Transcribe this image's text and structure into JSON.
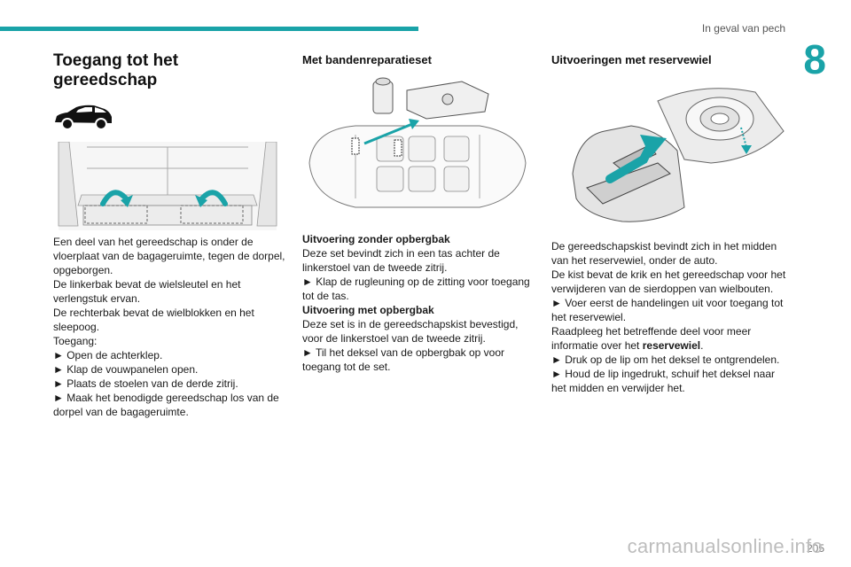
{
  "header": {
    "section_label": "In geval van pech",
    "chapter_number": "8"
  },
  "col1": {
    "title": "Toegang tot het gereedschap",
    "paragraphs": [
      "Een deel van het gereedschap is onder de vloerplaat van de bagageruimte, tegen de dorpel, opgeborgen.",
      "De linkerbak bevat de wielsleutel en het verlengstuk ervan.",
      "De rechterbak bevat de wielblokken en het sleepoog.",
      "Toegang:",
      "► Open de achterklep.",
      "► Klap de vouwpanelen open.",
      "► Plaats de stoelen van de derde zitrij.",
      "► Maak het benodigde gereedschap los van de dorpel van de bagageruimte."
    ]
  },
  "col2": {
    "title": "Met bandenreparatieset",
    "paragraphs": [
      {
        "bold": "Uitvoering zonder opbergbak"
      },
      "Deze set bevindt zich in een tas achter de linkerstoel van de tweede zitrij.",
      "► Klap de rugleuning op de zitting voor toegang tot de tas.",
      {
        "bold": "Uitvoering met opbergbak"
      },
      "Deze set is in de gereedschapskist bevestigd, voor de linkerstoel van de tweede zitrij.",
      "► Til het deksel van de opbergbak op voor toegang tot de set."
    ]
  },
  "col3": {
    "title": "Uitvoeringen met reservewiel",
    "p1": "De gereedschapskist bevindt zich in het midden van het reservewiel, onder de auto.",
    "p2": "De kist bevat de krik en het gereedschap voor het verwijderen van de sierdoppen van wielbouten.",
    "p3": "► Voer eerst de handelingen uit voor toegang tot het reservewiel.",
    "p4_pre": "Raadpleeg het betreffende deel voor meer informatie over het ",
    "p4_bold": "reservewiel",
    "p4_post": ".",
    "p5": "► Druk op de lip om het deksel te ontgrendelen.",
    "p6": "► Houd de lip ingedrukt, schuif het deksel naar het midden en verwijder het."
  },
  "footer": {
    "page_number": "205",
    "watermark": "carmanualsonline.info"
  },
  "colors": {
    "accent": "#1aa3a8"
  }
}
